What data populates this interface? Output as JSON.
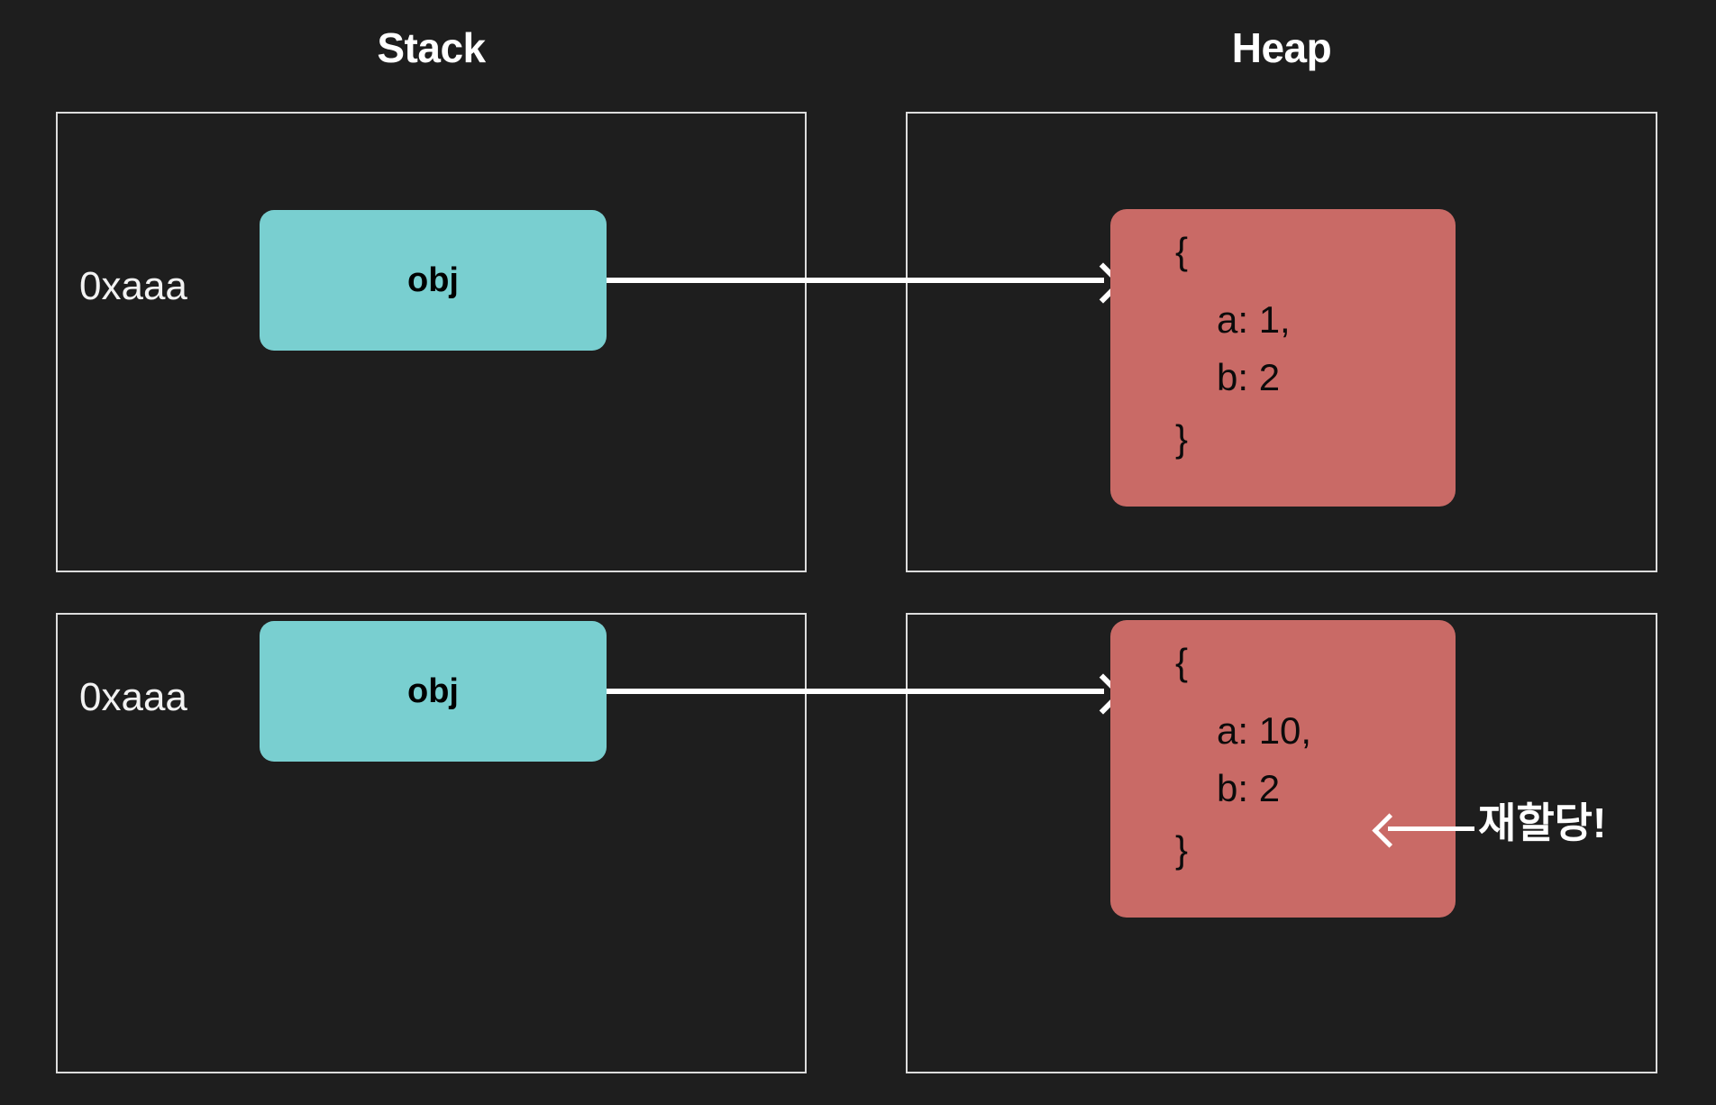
{
  "background_color": "#1e1e1e",
  "accent_colors": {
    "stack_box": "#79cfd0",
    "heap_box": "#c96a66",
    "frame_border": "#dcdcdc",
    "arrow": "#ffffff",
    "title_text": "#ffffff",
    "box_text": "#000000"
  },
  "columns": {
    "stack_title": "Stack",
    "heap_title": "Heap"
  },
  "rows": [
    {
      "address": "0xaaa",
      "variable_label": "obj",
      "heap_object": {
        "brace_open": "{",
        "properties": [
          "a: 1,",
          "b: 2"
        ],
        "brace_close": "}"
      },
      "annotation": null
    },
    {
      "address": "0xaaa",
      "variable_label": "obj",
      "heap_object": {
        "brace_open": "{",
        "properties": [
          "a: 10,",
          "b: 2"
        ],
        "brace_close": "}"
      },
      "annotation": "재할당!"
    }
  ]
}
